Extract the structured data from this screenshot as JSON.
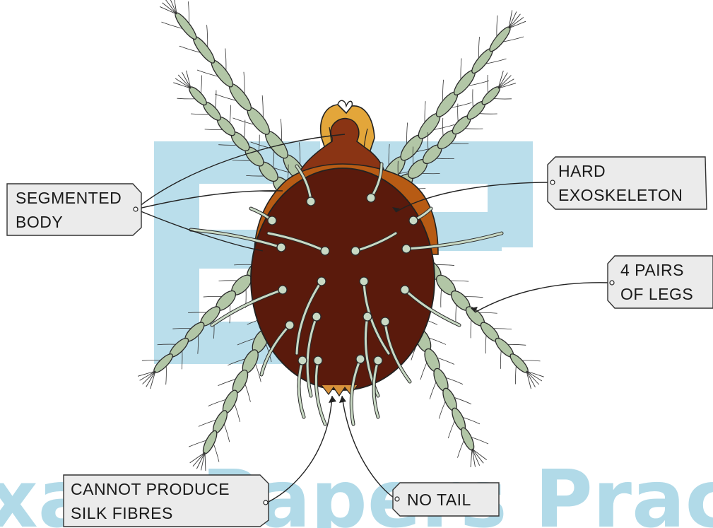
{
  "watermark": {
    "logo_text": "EP",
    "text": "Exam Papers Practice"
  },
  "labels": {
    "segmented_body": [
      "SEGMENTED",
      "BODY"
    ],
    "hard_exoskeleton": [
      "HARD",
      "EXOSKELETON"
    ],
    "four_pairs_of_legs": [
      "4 PAIRS",
      "OF LEGS"
    ],
    "cannot_produce_silk": [
      "CANNOT PRODUCE",
      "SILK FIBRES"
    ],
    "no_tail": "NO TAIL"
  },
  "colors": {
    "body": "#5a1a0c",
    "body_rim": "#b65a12",
    "head": "#8a3414",
    "mouthparts": "#e2a438",
    "legs": "#b2c6a6",
    "setae": "#c9d9c4",
    "label_box": "#ebebeb",
    "watermark": "#66b7d3"
  }
}
